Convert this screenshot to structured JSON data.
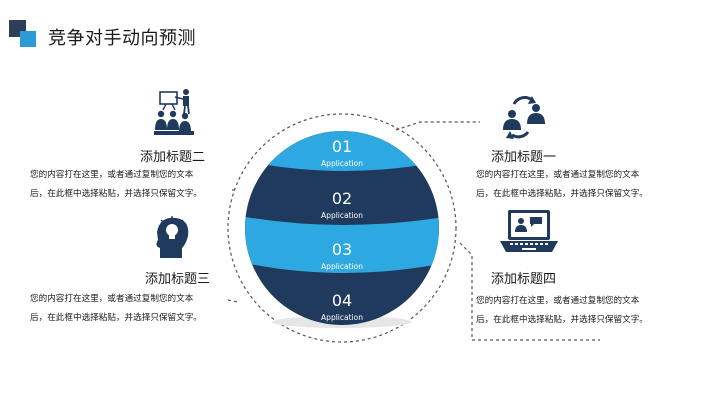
{
  "slide": {
    "title": "竞争对手动向预测",
    "colors": {
      "dark_blue": "#1f3a5c",
      "light_blue": "#2ea8e0",
      "dark_square": "#2d3f57",
      "teal_square": "#2a9bd4"
    }
  },
  "bands": [
    {
      "number": "01",
      "label": "Application",
      "color": "light_blue"
    },
    {
      "number": "02",
      "label": "Application",
      "color": "dark_blue"
    },
    {
      "number": "03",
      "label": "Application",
      "color": "light_blue"
    },
    {
      "number": "04",
      "label": "Application",
      "color": "dark_blue"
    }
  ],
  "items": [
    {
      "title": "添加标题二",
      "line1": "您的内容打在这里，或者通过复制您的文本",
      "line2": "后，在此框中选择粘贴，并选择只保留文字。",
      "icon": "presentation-audience-icon"
    },
    {
      "title": "添加标题一",
      "line1": "您的内容打在这里，或者通过复制您的文本",
      "line2": "后，在此框中选择粘贴，并选择只保留文字。",
      "icon": "exchange-users-icon"
    },
    {
      "title": "添加标题三",
      "line1": "您的内容打在这里，或者通过复制您的文本",
      "line2": "后，在此框中选择粘贴，并选择只保留文字。",
      "icon": "idea-head-icon"
    },
    {
      "title": "添加标题四",
      "line1": "您的内容打在这里，或者通过复制您的文本",
      "line2": "后，在此框中选择粘贴，并选择只保留文字。",
      "icon": "laptop-video-chat-icon"
    }
  ]
}
